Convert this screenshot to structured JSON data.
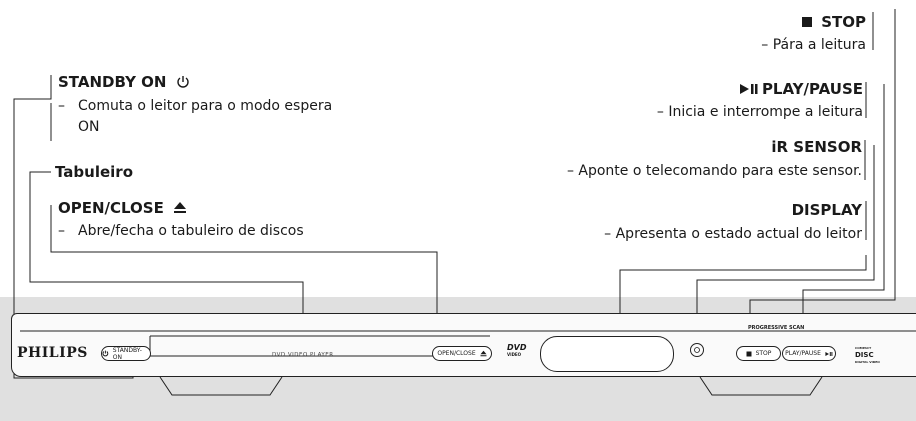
{
  "labels": {
    "standby": {
      "title": "STANDBY ON",
      "icon": "power-icon",
      "desc_dash": "–",
      "desc_line1": "Comuta o leitor para o modo espera",
      "desc_line2": "ON"
    },
    "tray": {
      "title": "Tabuleiro"
    },
    "open_close": {
      "title": "OPEN/CLOSE",
      "icon": "eject-icon",
      "desc_dash": "–",
      "desc": "Abre/fecha o tabuleiro de discos"
    },
    "stop": {
      "title": "STOP",
      "icon": "stop-square-icon",
      "desc": "– Pára a leitura"
    },
    "play_pause": {
      "title": "PLAY/PAUSE",
      "icon": "play-pause-icon",
      "desc": "– Inicia e interrompe a leitura"
    },
    "ir_sensor": {
      "title": "iR SENSOR",
      "desc": "– Aponte o telecomando para este sensor."
    },
    "display": {
      "title": "DISPLAY",
      "desc": "– Apresenta o estado actual do leitor"
    }
  },
  "device": {
    "brand": "PHILIPS",
    "standby_button": "STANDBY-ON",
    "tray_text": "DVD VIDEO PLAYER",
    "open_close_button": "OPEN/CLOSE",
    "dvd_logo_top": "DVD",
    "dvd_logo_bottom": "VIDEO",
    "progressive": "PROGRESSIVE SCAN",
    "stop_button": "STOP",
    "play_button": "PLAY/PAUSE",
    "cd_logo_top": "COMPACT",
    "cd_logo_mid": "DISC",
    "cd_logo_bottom": "DIGITAL VIDEO"
  }
}
